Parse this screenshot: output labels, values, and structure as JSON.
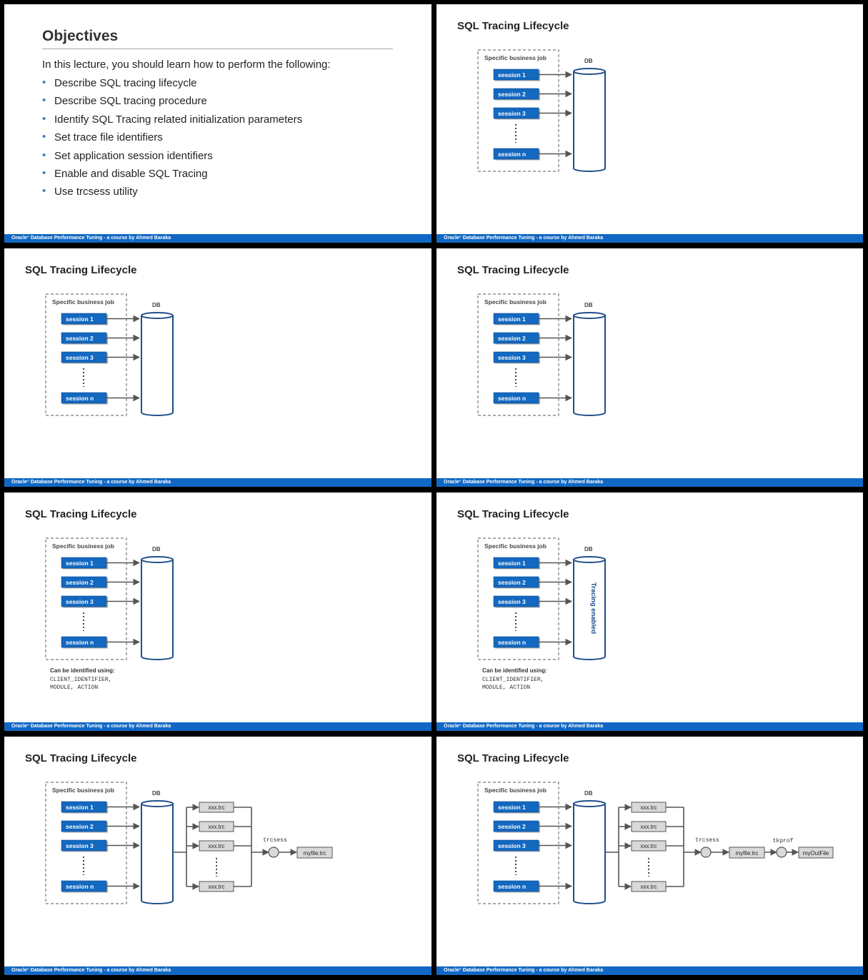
{
  "footer": {
    "pre": "Oracle",
    "sup": "©",
    "post": " Database Performance Tuning -  a course by Ahmed Baraka"
  },
  "objectives": {
    "title": "Objectives",
    "intro": "In this lecture, you should learn how to perform the following:",
    "items": [
      "Describe SQL tracing lifecycle",
      "Describe SQL tracing procedure",
      "Identify SQL Tracing related initialization parameters",
      "Set trace file identifiers",
      "Set application session identifiers",
      "Enable and disable SQL Tracing",
      "Use trcsess utility"
    ],
    "bullet": "•"
  },
  "lifecycle": {
    "title": "SQL Tracing Lifecycle",
    "job_label": "Specific business job",
    "db_label": "DB",
    "sessions": [
      "session 1",
      "session 2",
      "session 3",
      "session n"
    ],
    "identify_label": "Can be identified using:",
    "identify_line1": "CLIENT_IDENTIFIER,",
    "identify_line2": "MODULE, ACTION",
    "tracing_label": "Tracing enabled",
    "trc_file": "xxx.trc",
    "trcsess": "trcsess",
    "myfile": "myfile.trc",
    "tkprof": "tkprof",
    "outfile": "myOutFile"
  },
  "colors": {
    "session_fill": "#1368c0",
    "footer": "#1168c4",
    "db_stroke": "#1f4e8c",
    "file_fill": "#d9d9d9"
  }
}
